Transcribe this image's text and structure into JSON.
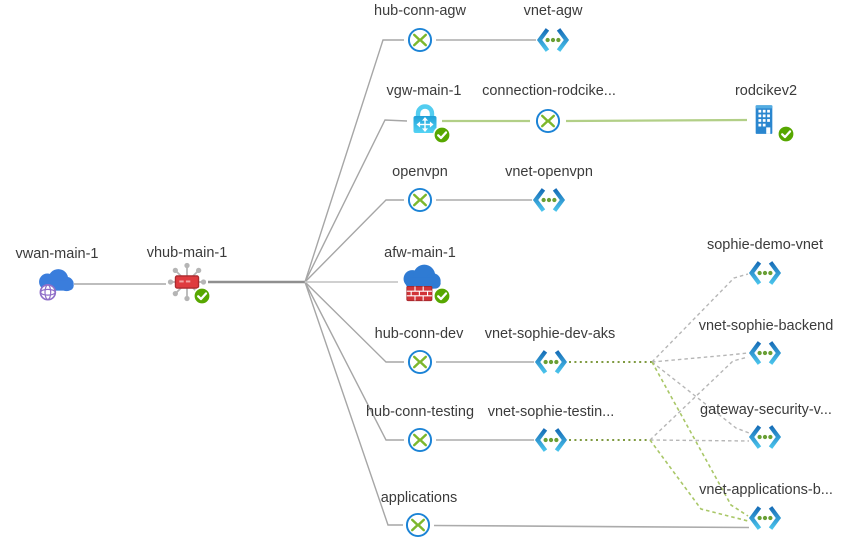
{
  "diagram": {
    "type": "azure-virtual-wan-topology",
    "nodes": [
      {
        "label": "vwan-main-1",
        "type": "virtual-wan"
      },
      {
        "label": "vhub-main-1",
        "type": "virtual-hub",
        "status": "healthy"
      },
      {
        "label": "hub-conn-agw",
        "type": "hub-connection"
      },
      {
        "label": "vnet-agw",
        "type": "virtual-network"
      },
      {
        "label": "vgw-main-1",
        "type": "vpn-gateway",
        "status": "healthy"
      },
      {
        "label": "connection-rodcike...",
        "type": "hub-connection"
      },
      {
        "label": "rodcikev2",
        "type": "vpn-site",
        "status": "healthy"
      },
      {
        "label": "openvpn",
        "type": "hub-connection"
      },
      {
        "label": "vnet-openvpn",
        "type": "virtual-network"
      },
      {
        "label": "afw-main-1",
        "type": "azure-firewall",
        "status": "healthy"
      },
      {
        "label": "hub-conn-dev",
        "type": "hub-connection"
      },
      {
        "label": "vnet-sophie-dev-aks",
        "type": "virtual-network"
      },
      {
        "label": "hub-conn-testing",
        "type": "hub-connection"
      },
      {
        "label": "vnet-sophie-testin...",
        "type": "virtual-network"
      },
      {
        "label": "applications",
        "type": "hub-connection"
      },
      {
        "label": "sophie-demo-vnet",
        "type": "virtual-network"
      },
      {
        "label": "vnet-sophie-backend",
        "type": "virtual-network"
      },
      {
        "label": "gateway-security-v...",
        "type": "virtual-network"
      },
      {
        "label": "vnet-applications-b...",
        "type": "virtual-network"
      }
    ],
    "edges": [
      {
        "from": "vwan-main-1",
        "to": "vhub-main-1",
        "style": "solid",
        "color": "gray"
      },
      {
        "from": "vhub-main-1",
        "to": "hub-conn-agw",
        "style": "solid",
        "color": "gray"
      },
      {
        "from": "vhub-main-1",
        "to": "vgw-main-1",
        "style": "solid",
        "color": "gray"
      },
      {
        "from": "vhub-main-1",
        "to": "openvpn",
        "style": "solid",
        "color": "gray"
      },
      {
        "from": "vhub-main-1",
        "to": "afw-main-1",
        "style": "solid",
        "color": "gray"
      },
      {
        "from": "vhub-main-1",
        "to": "hub-conn-dev",
        "style": "solid",
        "color": "gray"
      },
      {
        "from": "vhub-main-1",
        "to": "hub-conn-testing",
        "style": "solid",
        "color": "gray"
      },
      {
        "from": "vhub-main-1",
        "to": "applications",
        "style": "solid",
        "color": "gray"
      },
      {
        "from": "hub-conn-agw",
        "to": "vnet-agw",
        "style": "solid",
        "color": "gray"
      },
      {
        "from": "vgw-main-1",
        "to": "connection-rodcike...",
        "style": "solid",
        "color": "green"
      },
      {
        "from": "connection-rodcike...",
        "to": "rodcikev2",
        "style": "solid",
        "color": "green"
      },
      {
        "from": "openvpn",
        "to": "vnet-openvpn",
        "style": "solid",
        "color": "gray"
      },
      {
        "from": "hub-conn-dev",
        "to": "vnet-sophie-dev-aks",
        "style": "solid",
        "color": "gray"
      },
      {
        "from": "vnet-sophie-dev-aks",
        "to": "sophie-demo-vnet",
        "style": "dashed",
        "color": "gray"
      },
      {
        "from": "vnet-sophie-dev-aks",
        "to": "vnet-sophie-backend",
        "style": "dashed",
        "color": "gray"
      },
      {
        "from": "vnet-sophie-dev-aks",
        "to": "gateway-security-v...",
        "style": "dashed",
        "color": "gray"
      },
      {
        "from": "vnet-sophie-dev-aks",
        "to": "vnet-applications-b...",
        "style": "dashed",
        "color": "green"
      },
      {
        "from": "hub-conn-testing",
        "to": "vnet-sophie-testin...",
        "style": "solid",
        "color": "gray"
      },
      {
        "from": "vnet-sophie-testin...",
        "to": "vnet-sophie-backend",
        "style": "dashed",
        "color": "gray"
      },
      {
        "from": "vnet-sophie-testin...",
        "to": "gateway-security-v...",
        "style": "dashed",
        "color": "gray"
      },
      {
        "from": "vnet-sophie-testin...",
        "to": "vnet-applications-b...",
        "style": "dashed",
        "color": "green"
      },
      {
        "from": "applications",
        "to": "vnet-applications-b...",
        "style": "solid",
        "color": "gray"
      }
    ],
    "colors": {
      "connection_ring": "#1b83d6",
      "connection_glyph": "#7db72d",
      "vnet_chevron_top": "#1468b4",
      "vnet_chevron_bottom": "#4ec9ef",
      "vnet_dots": "#699f35",
      "status_healthy": "#57a700",
      "hub_red": "#df3b3f",
      "green_link": "#b2cf87",
      "green_dashed_link": "#a9c767",
      "olive_dotted_link": "#7f9a40",
      "gray_link": "#a8a8a8"
    }
  }
}
